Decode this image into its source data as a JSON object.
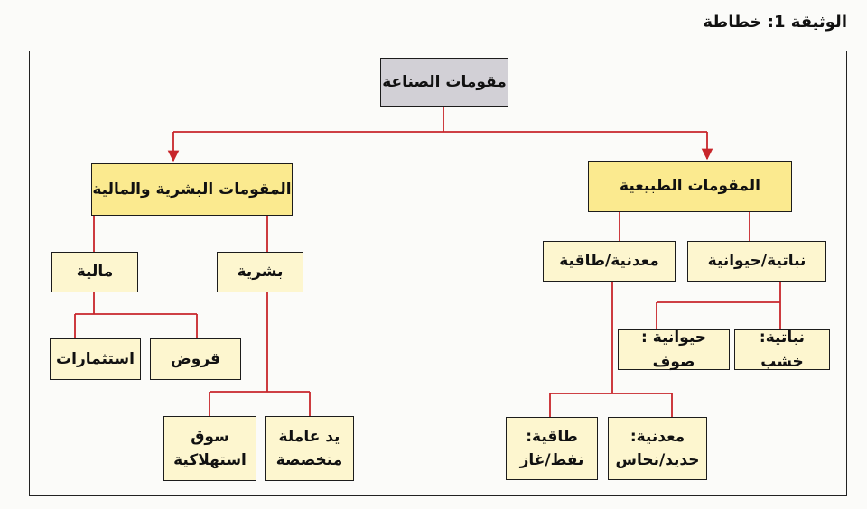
{
  "document": {
    "title": "الوثيقة 1: خطاطة"
  },
  "diagram": {
    "root": "مقومات الصناعة",
    "natural": {
      "label": "المقومات الطبيعية",
      "plant_animal": {
        "label": "نباتية/حيوانية",
        "plant": "نباتية: خشب",
        "animal": "حيوانية : صوف"
      },
      "mineral_energy": {
        "label": "معدنية/طاقية",
        "mineral": {
          "line1": "معدنية:",
          "line2": "حديد/نحاس"
        },
        "energy": {
          "line1": "طاقية:",
          "line2": "نفط/غاز"
        }
      }
    },
    "human_financial": {
      "label": "المقومات البشرية والمالية",
      "human": {
        "label": "بشرية",
        "labor": {
          "line1": "يد عاملة",
          "line2": "متخصصة"
        },
        "market": {
          "line1": "سوق",
          "line2": "استهلاكية"
        }
      },
      "financial": {
        "label": "مالية",
        "loans": "قروض",
        "investments": "استثمارات"
      }
    }
  },
  "colors": {
    "connector": "#c8262b",
    "root_fill": "#d2d0d6",
    "main_fill": "#fbea8f",
    "leaf_fill": "#fdf6cf",
    "border": "#1c1c1c"
  }
}
